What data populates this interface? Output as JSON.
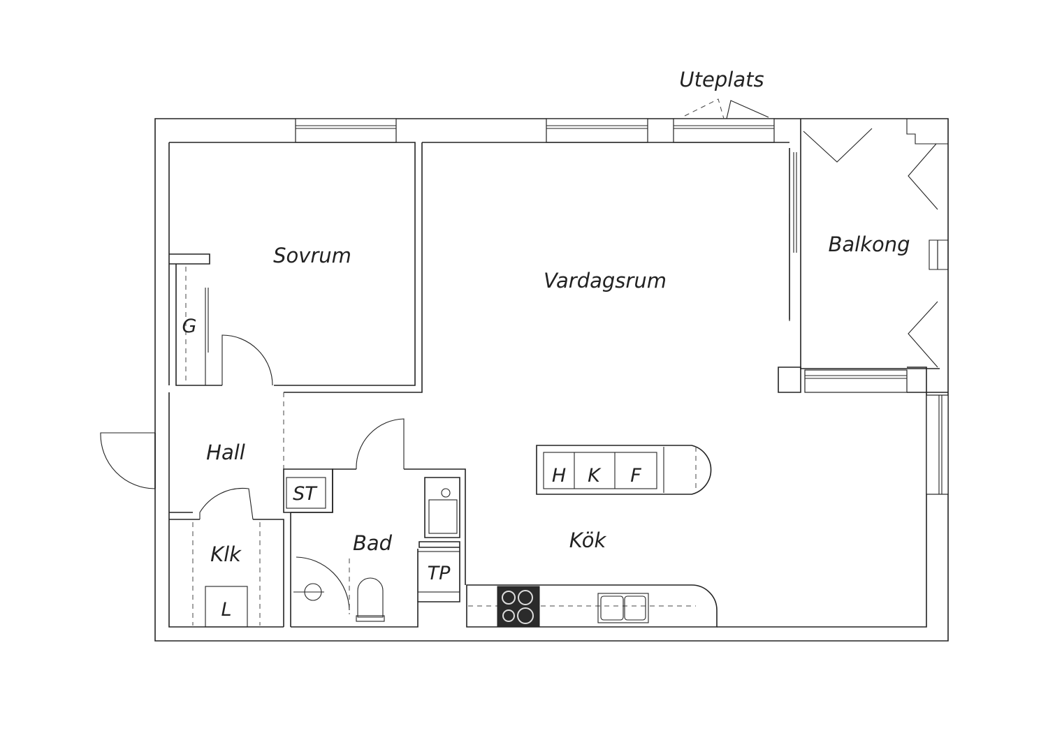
{
  "rooms": {
    "sovrum": "Sovrum",
    "vardagsrum": "Vardagsrum",
    "balkong": "Balkong",
    "hall": "Hall",
    "klk": "Klk",
    "bad": "Bad",
    "kok": "Kök",
    "uteplats": "Uteplats"
  },
  "fixtures": {
    "g": "G",
    "st": "ST",
    "tp": "TP",
    "l": "L",
    "h": "H",
    "k": "K",
    "f": "F"
  },
  "colors": {
    "line": "#222222",
    "background": "#ffffff",
    "stove": "#2b2b2b"
  }
}
